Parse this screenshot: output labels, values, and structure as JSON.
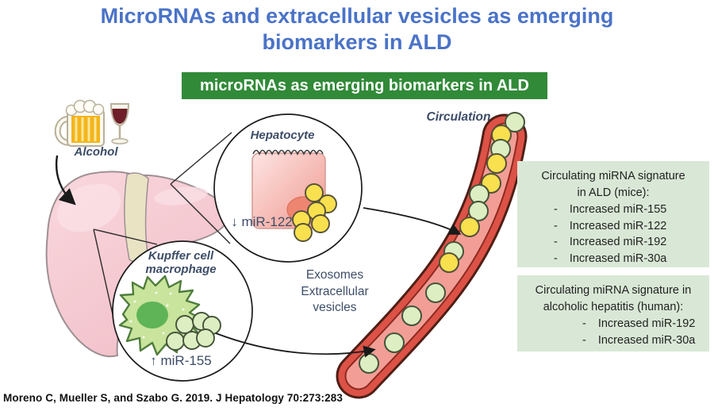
{
  "title": {
    "line1": "MicroRNAs and extracellular vesicles as emerging",
    "line2": "biomarkers in ALD"
  },
  "banner": {
    "label": "microRNAs as emerging biomarkers in ALD"
  },
  "diagram": {
    "alcohol_label": "Alcohol",
    "hepatocyte_label": "Hepatocyte",
    "hepatocyte_mir": "↓ miR-122",
    "kupffer_label_line1": "Kupffer cell",
    "kupffer_label_line2": "macrophage",
    "kupffer_mir": "↑ miR-155",
    "exosomes_line1": "Exosomes",
    "exosomes_line2": "Extracellular",
    "exosomes_line3": "vesicles",
    "circulation_label": "Circulation"
  },
  "bullet": "-",
  "boxes": [
    {
      "title_line1": "Circulating miRNA signature",
      "title_line2": "in ALD (mice):",
      "items": [
        "Increased miR-155",
        "Increased miR-122",
        "Increased miR-192",
        "Increased miR-30a"
      ]
    },
    {
      "title_line1": "Circulating miRNA signature in",
      "title_line2": "alcoholic hepatitis (human):",
      "items": [
        "Increased miR-192",
        "Increased miR-30a"
      ]
    }
  ],
  "citation": "Moreno C, Mueller S, and Szabo G. 2019. J Hepatology 70:273:283",
  "colors": {
    "title_blue": "#4a73c8",
    "banner_green": "#318a38",
    "box_bg": "#d9e8d6",
    "label_navy": "#3d4d68",
    "vessel_red": "#dd5247",
    "vessel_lumen_pink": "#f29e96",
    "exosome_yellow": "#f8e04e",
    "vesicle_green": "#ddeec2",
    "liver_pink": "#f6ccd2"
  }
}
